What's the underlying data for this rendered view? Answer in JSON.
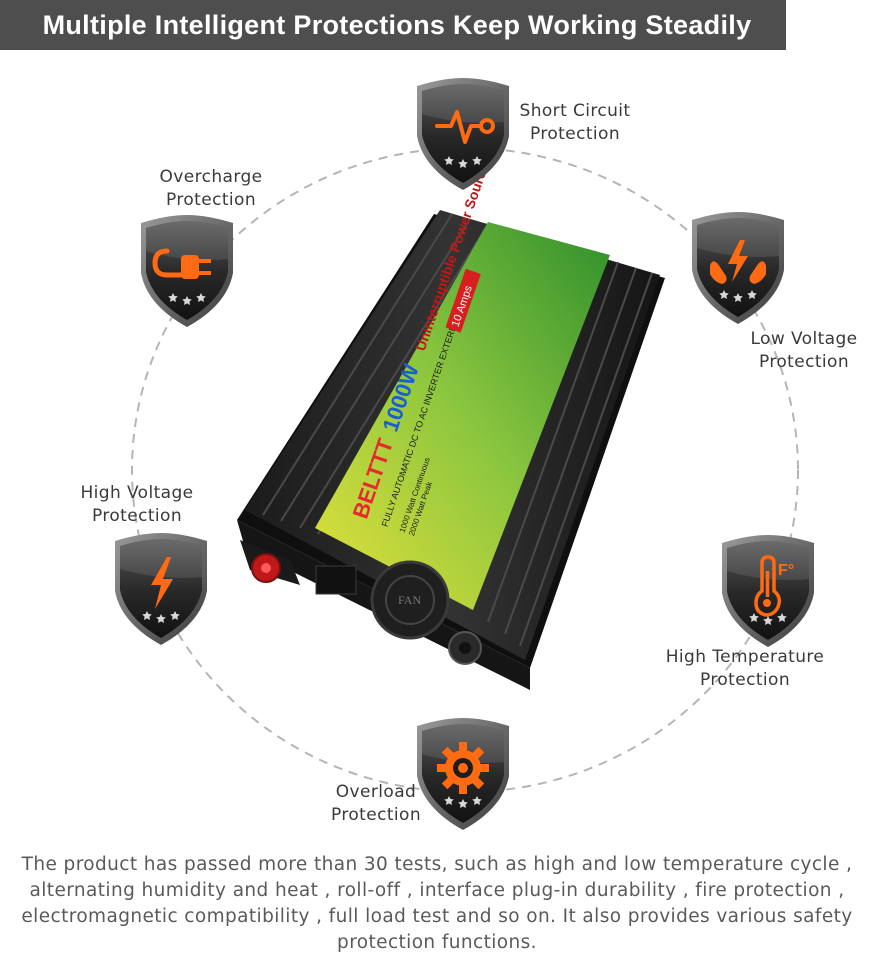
{
  "banner": {
    "title": "Multiple Intelligent Protections Keep Working Steadily"
  },
  "protections": {
    "short_circuit": "Short Circuit\nProtection",
    "overcharge": "Overcharge\nProtection",
    "low_voltage": "Low Voltage\nProtection",
    "high_voltage": "High Voltage\nProtection",
    "high_temperature": "High Temperature\nProtection",
    "overload": "Overload\nProtection"
  },
  "product": {
    "brand": "BELTTT",
    "power": "1000W",
    "model_line": "Uninterruptible Power Source",
    "subtitle": "FULLY AUTOMATIC DC TO AC INVERTER EXTERNAL BATTERY",
    "charge": "10 Amps",
    "rating_continuous": "1000 Watt Continuous",
    "rating_peak": "2000 Watt Peak",
    "fan_label": "FAN"
  },
  "footer": {
    "text": "The product has passed more than 30 tests, such as high and low temperature cycle , alternating humidity and heat , roll-off , interface plug-in durability , fire protection , electromagnetic compatibility , full load test and so on. It also provides various safety protection functions."
  },
  "colors": {
    "accent": "#ff6a13",
    "banner": "#4e4e4e",
    "shield": "#2a2a2a",
    "panel": "#8cc63f"
  }
}
